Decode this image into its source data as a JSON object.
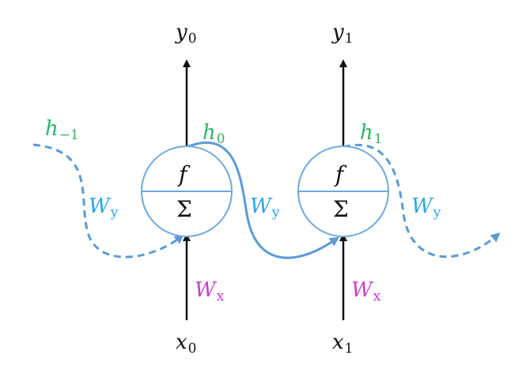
{
  "outputs": [
    {
      "base": "y",
      "sub": "0"
    },
    {
      "base": "y",
      "sub": "1"
    }
  ],
  "inputs": [
    {
      "base": "x",
      "sub": "0"
    },
    {
      "base": "x",
      "sub": "1"
    }
  ],
  "hidden_states": [
    {
      "base": "h",
      "sub": "−1"
    },
    {
      "base": "h",
      "sub": "0"
    },
    {
      "base": "h",
      "sub": "1"
    }
  ],
  "recurrent_weight": {
    "base": "W",
    "sub": "y"
  },
  "input_weight": {
    "base": "W",
    "sub": "x"
  },
  "cells": [
    {
      "activation": "f",
      "sum": "Σ"
    },
    {
      "activation": "f",
      "sum": "Σ"
    }
  ],
  "colors": {
    "arrow": "#111111",
    "neuron": "#6fa8dc",
    "hidden_label": "#2eb36b",
    "recurrent_weight_label": "#29a8e0",
    "input_weight_label": "#c83fce"
  }
}
